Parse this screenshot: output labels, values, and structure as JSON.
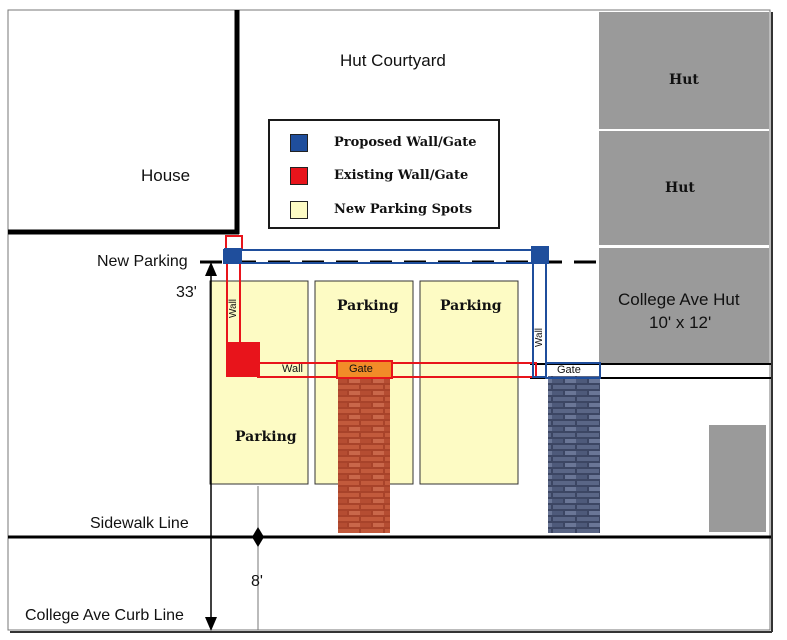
{
  "diagram": {
    "labels": {
      "hut_courtyard": "Hut Courtyard",
      "house": "House",
      "new_parking": "New Parking",
      "dim_33": "33'",
      "sidewalk_line": "Sidewalk Line",
      "curb_line": "College Ave Curb Line",
      "dim_8": "8'",
      "hut_top": "Hut",
      "hut_middle": "Hut",
      "college_ave_hut_line1": "College Ave Hut",
      "college_ave_hut_line2": "10' x 12'",
      "wall_left": "Wall",
      "wall_horizontal": "Wall",
      "wall_right": "Wall",
      "gate_existing": "Gate",
      "gate_proposed": "Gate"
    },
    "parking_spots": [
      {
        "label": "Parking"
      },
      {
        "label": "Parking"
      },
      {
        "label": "Parking"
      }
    ],
    "legend": [
      {
        "label": "Proposed Wall/Gate",
        "color": "#1f4e9c"
      },
      {
        "label": "Existing Wall/Gate",
        "color": "#e8141b"
      },
      {
        "label": "New Parking Spots",
        "color": "#fdfbc4"
      }
    ],
    "colors": {
      "proposed": "#1f4e9c",
      "existing": "#e8141b",
      "parking_fill": "#fdfbc4",
      "hut_fill": "#9a9a9a",
      "gate_fill": "#f28c28",
      "red_brick": "#a8432a",
      "blue_brick": "#4b5876"
    }
  }
}
